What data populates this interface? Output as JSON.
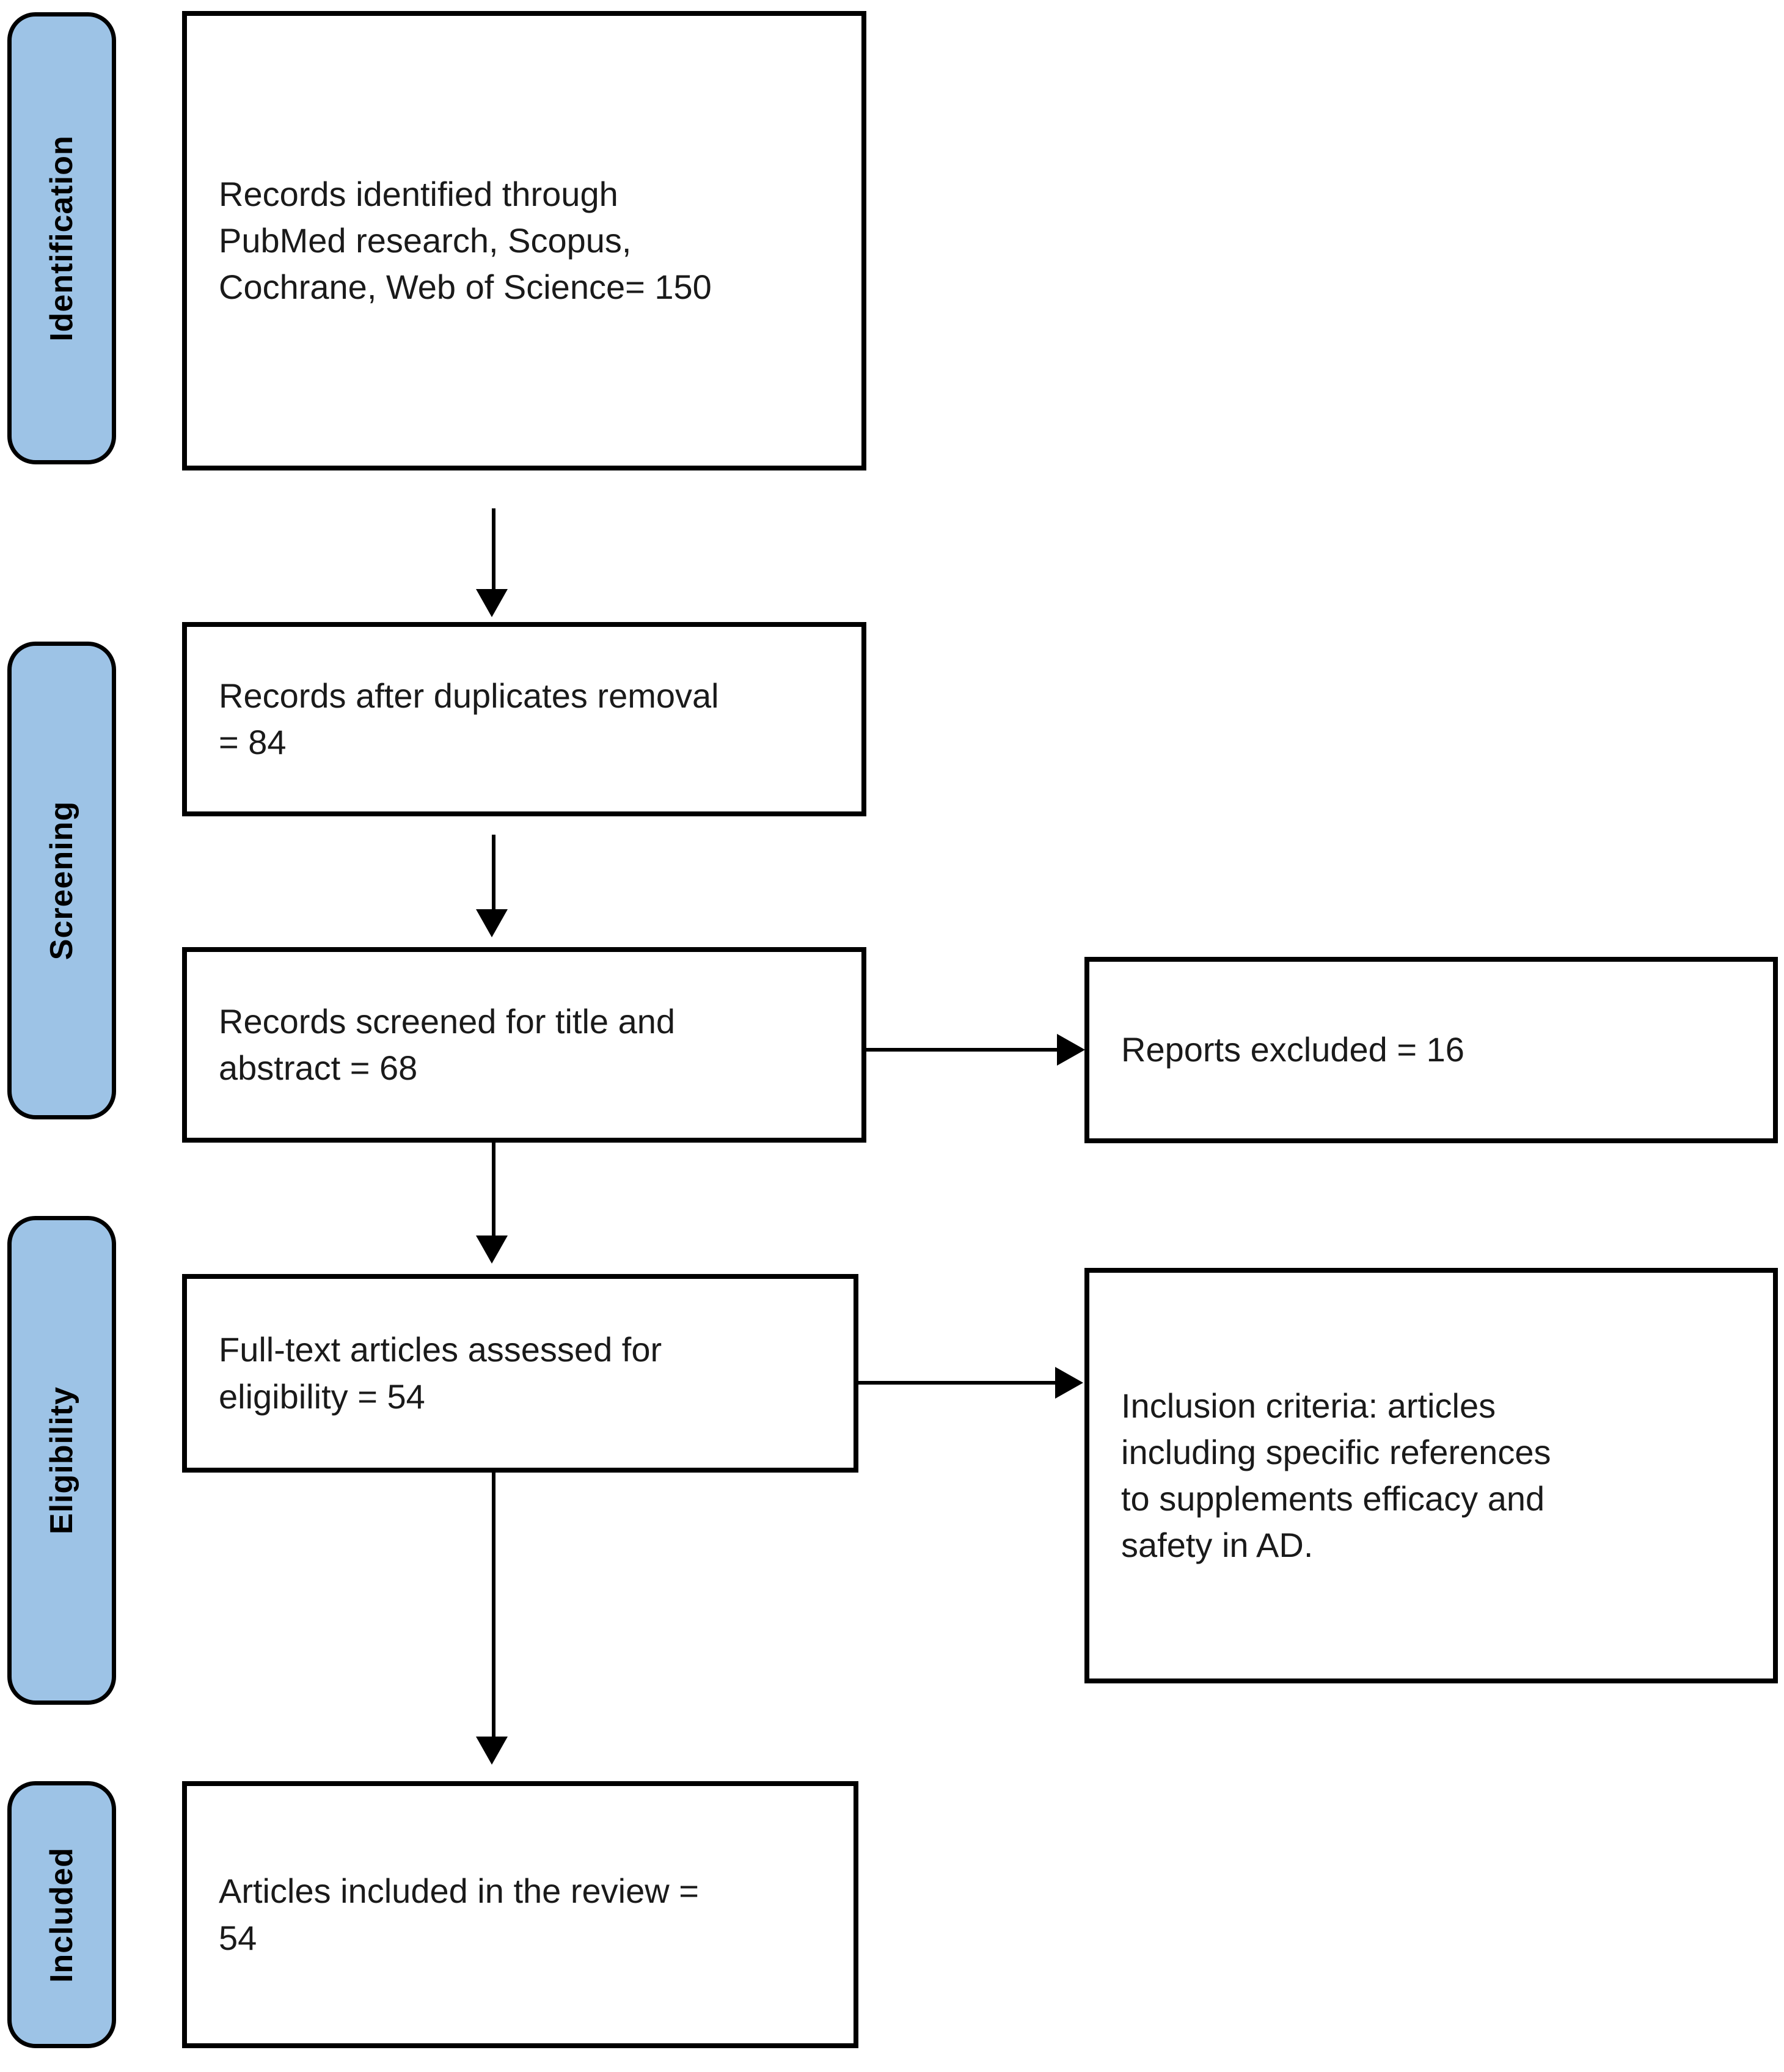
{
  "diagram": {
    "type": "prisma-flow-diagram",
    "accent_color": "#9DC3E6",
    "line_color": "#000000",
    "background_color": "#FFFFFF",
    "stages": [
      {
        "id": "identification",
        "label": "Identification"
      },
      {
        "id": "screening",
        "label": "Screening"
      },
      {
        "id": "eligibility",
        "label": "Eligibility"
      },
      {
        "id": "included",
        "label": "Included"
      }
    ],
    "boxes": [
      {
        "id": "records-identified",
        "text": "Records identified through\nPubMed research, Scopus,\nCochrane, Web of Science= 150",
        "count": 150
      },
      {
        "id": "records-after-duplicates",
        "text": "Records after duplicates removal\n= 84",
        "count": 84
      },
      {
        "id": "records-screened",
        "text": "Records screened for title and\nabstract = 68",
        "count": 68
      },
      {
        "id": "reports-excluded",
        "text": "Reports excluded = 16",
        "count": 16
      },
      {
        "id": "fulltext-assessed",
        "text": "Full-text articles assessed for\neligibility = 54",
        "count": 54
      },
      {
        "id": "inclusion-criteria",
        "text": "Inclusion criteria: articles\nincluding specific references\nto supplements efficacy and\nsafety in AD.",
        "count": null
      },
      {
        "id": "articles-included",
        "text": "Articles included in the review =\n54",
        "count": 54
      }
    ],
    "connectors": [
      {
        "from": "records-identified",
        "to": "records-after-duplicates",
        "direction": "down"
      },
      {
        "from": "records-after-duplicates",
        "to": "records-screened",
        "direction": "down"
      },
      {
        "from": "records-screened",
        "to": "reports-excluded",
        "direction": "right"
      },
      {
        "from": "records-screened",
        "to": "fulltext-assessed",
        "direction": "down"
      },
      {
        "from": "fulltext-assessed",
        "to": "inclusion-criteria",
        "direction": "right"
      },
      {
        "from": "fulltext-assessed",
        "to": "articles-included",
        "direction": "down"
      }
    ]
  }
}
